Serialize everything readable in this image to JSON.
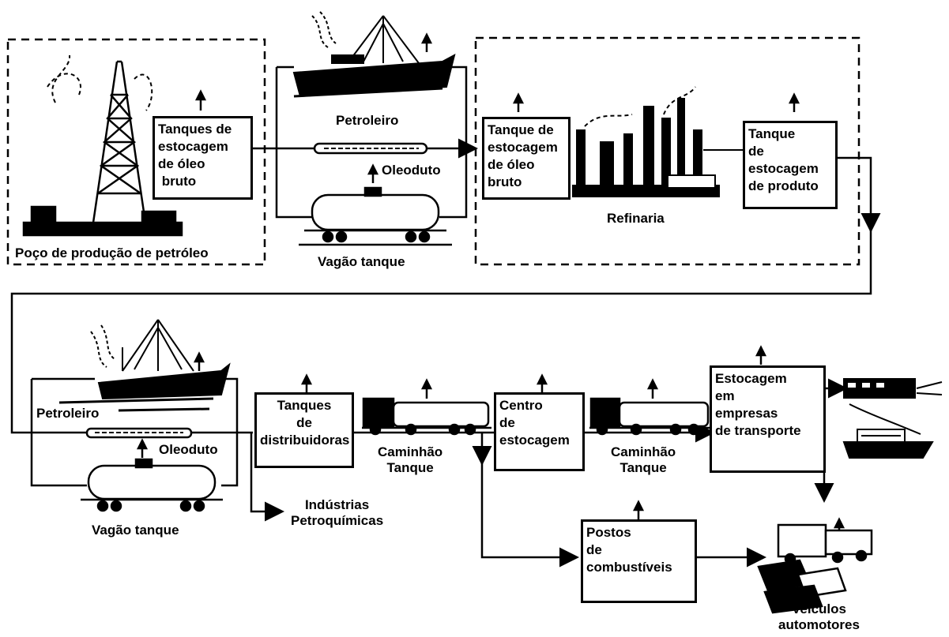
{
  "top_row": {
    "well_label": "Poço de produção de petróleo",
    "crude_tanks_left": [
      "Tanques de",
      "estocagem",
      "de óleo",
      " bruto"
    ],
    "tanker_label": "Petroleiro",
    "pipeline_label": "Oleoduto",
    "rail_label": "Vagão tanque",
    "crude_tanks_right": [
      "Tanque de",
      "estocagem",
      "de óleo",
      "bruto"
    ],
    "refinery_label": "Refinaria",
    "product_tank": [
      "Tanque",
      "de",
      "estocagem",
      "de produto"
    ]
  },
  "bottom_row": {
    "tanker_label": "Petroleiro",
    "pipeline_label": "Oleoduto",
    "rail_label": "Vagão tanque",
    "distributor_tanks": [
      "Tanques",
      "de",
      "distribuidoras"
    ],
    "truck1_label": [
      "Caminhão",
      "Tanque"
    ],
    "petrochem_label": [
      "Indústrias",
      "Petroquímicas"
    ],
    "storage_center": [
      "Centro",
      "de",
      "estocagem"
    ],
    "truck2_label": [
      "Caminhão",
      "Tanque"
    ],
    "transport_storage": [
      "Estocagem",
      "em",
      "empresas",
      "de transporte"
    ],
    "gas_stations": [
      "Postos",
      "de",
      "combustíveis"
    ],
    "vehicles_label": [
      "Veículos",
      "automotores"
    ]
  },
  "icons": [
    "oil-derrick-icon",
    "ship-icon",
    "pipe-icon",
    "rail-tank-car-icon",
    "refinery-icon",
    "tank-truck-icon",
    "train-icon",
    "boat-icon",
    "vehicles-icon",
    "up-arrow-icon"
  ]
}
